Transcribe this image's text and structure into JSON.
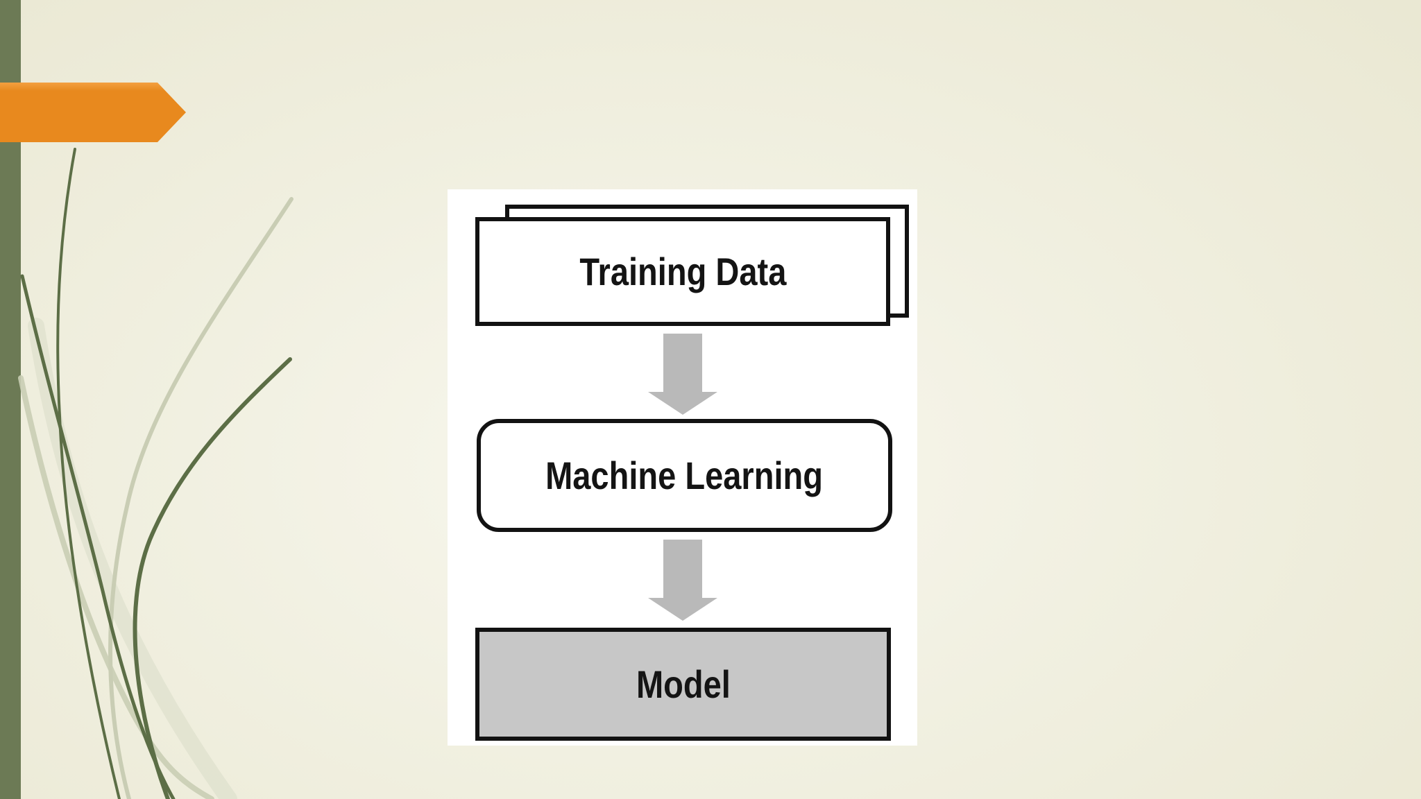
{
  "slide": {
    "kind": "presentation-slide",
    "diagram": {
      "nodes": [
        {
          "id": "training-data",
          "label": "Training Data",
          "shape": "stacked-rectangle"
        },
        {
          "id": "machine-learning",
          "label": "Machine Learning",
          "shape": "rounded-rectangle"
        },
        {
          "id": "model",
          "label": "Model",
          "shape": "filled-rectangle"
        }
      ],
      "connectors": [
        {
          "from": "training-data",
          "to": "machine-learning",
          "icon": "down-arrow"
        },
        {
          "from": "machine-learning",
          "to": "model",
          "icon": "down-arrow"
        }
      ]
    },
    "decorations": {
      "orange_pointer": "right-pointing-banner",
      "left_bar": "vertical-accent-bar",
      "grass": "grass-blades-ornament"
    },
    "colors": {
      "accent_orange": "#E8891E",
      "accent_olive": "#6C7A55",
      "grass_dark": "#5C6E46",
      "grass_light": "#C9CDB4",
      "grass_faint": "#DCDECB",
      "arrow_gray": "#B9B9B9",
      "model_fill": "#C7C7C7",
      "panel_white": "#FFFFFF",
      "border_black": "#121212",
      "text_black": "#141414",
      "bg_light": "#F8F7EE",
      "bg_dark": "#EAE8D3"
    }
  }
}
